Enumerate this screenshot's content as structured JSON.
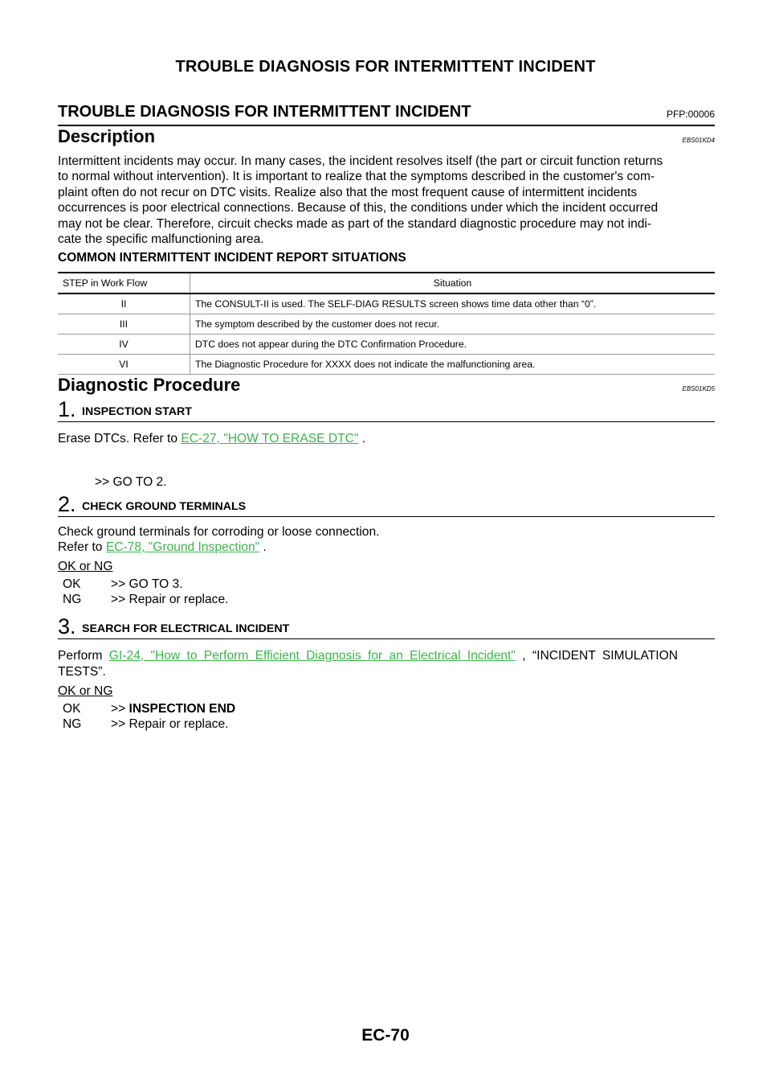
{
  "header": {
    "running_title": "TROUBLE DIAGNOSIS FOR INTERMITTENT INCIDENT"
  },
  "section": {
    "title": "TROUBLE DIAGNOSIS FOR INTERMITTENT INCIDENT",
    "pfp": "PFP:00006"
  },
  "description": {
    "heading": "Description",
    "code": "EBS01KD4",
    "lines": [
      "Intermittent incidents may occur. In many cases, the incident resolves itself (the part or circuit function returns",
      "to normal without intervention). It is important to realize that the symptoms described in the customer's com-",
      "plaint often do not recur on DTC visits. Realize also that the most frequent cause of intermittent incidents",
      "occurrences is poor electrical connections. Because of this, the conditions under which the incident occurred",
      "may not be clear. Therefore, circuit checks made as part of the standard diagnostic procedure may not indi-",
      "cate the specific malfunctioning area."
    ]
  },
  "report": {
    "heading": "COMMON INTERMITTENT INCIDENT REPORT SITUATIONS",
    "headers": [
      "STEP in Work Flow",
      "Situation"
    ],
    "rows": [
      [
        "II",
        "The CONSULT-II is used. The SELF-DIAG RESULTS screen shows time data other than “0”."
      ],
      [
        "III",
        "The symptom described by the customer does not recur."
      ],
      [
        "IV",
        "DTC does not appear during the DTC Confirmation Procedure."
      ],
      [
        "VI",
        "The Diagnostic Procedure for XXXX does not indicate the malfunctioning area."
      ]
    ]
  },
  "procedure": {
    "heading": "Diagnostic Procedure",
    "code": "EBS01KD5",
    "steps": [
      {
        "number": "1.",
        "title": "INSPECTION START",
        "text_before": "Erase DTCs. Refer to ",
        "link": "EC-27, \"HOW TO ERASE DTC\"",
        "text_after": " .",
        "goto": ">> GO TO 2."
      },
      {
        "number": "2.",
        "title": "CHECK GROUND TERMINALS",
        "line1": "Check ground terminals for corroding or loose connection.",
        "text_before": "Refer to ",
        "link": "EC-78, \"Ground Inspection\"",
        "text_after": " .",
        "ok_ng": "OK or NG",
        "ok_key": "OK",
        "ok_val": ">> GO TO 3.",
        "ng_key": "NG",
        "ng_val": ">> Repair or replace."
      },
      {
        "number": "3.",
        "title": "SEARCH FOR ELECTRICAL INCIDENT",
        "text_before": "Perform ",
        "link": "GI-24, \"How to Perform Efficient Diagnosis for an Electrical Incident\"",
        "text_after": " , “INCIDENT SIMULATION",
        "line2": "TESTS”.",
        "ok_ng": "OK or NG",
        "ok_key": "OK",
        "ok_prefix": ">> ",
        "ok_val": "INSPECTION END",
        "ng_key": "NG",
        "ng_val": ">> Repair or replace."
      }
    ]
  },
  "footer": {
    "page_number": "EC-70"
  }
}
